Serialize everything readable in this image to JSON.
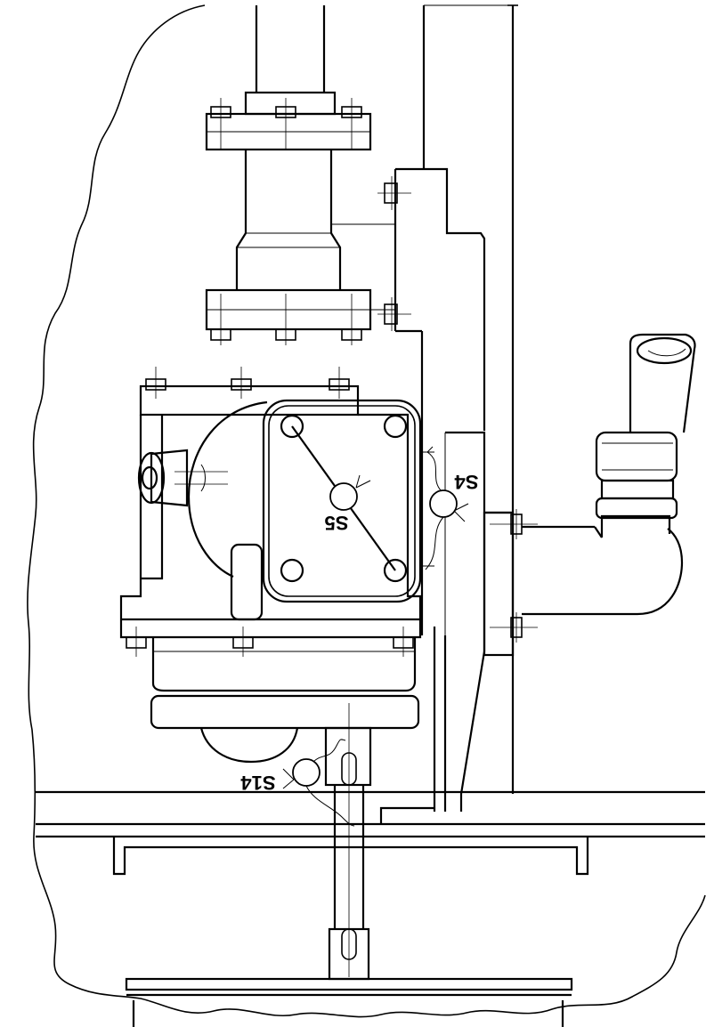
{
  "diagram": {
    "sensors": [
      {
        "id": "s5",
        "label": "S5"
      },
      {
        "id": "s4",
        "label": "S4"
      },
      {
        "id": "s14",
        "label": "S14"
      }
    ]
  }
}
